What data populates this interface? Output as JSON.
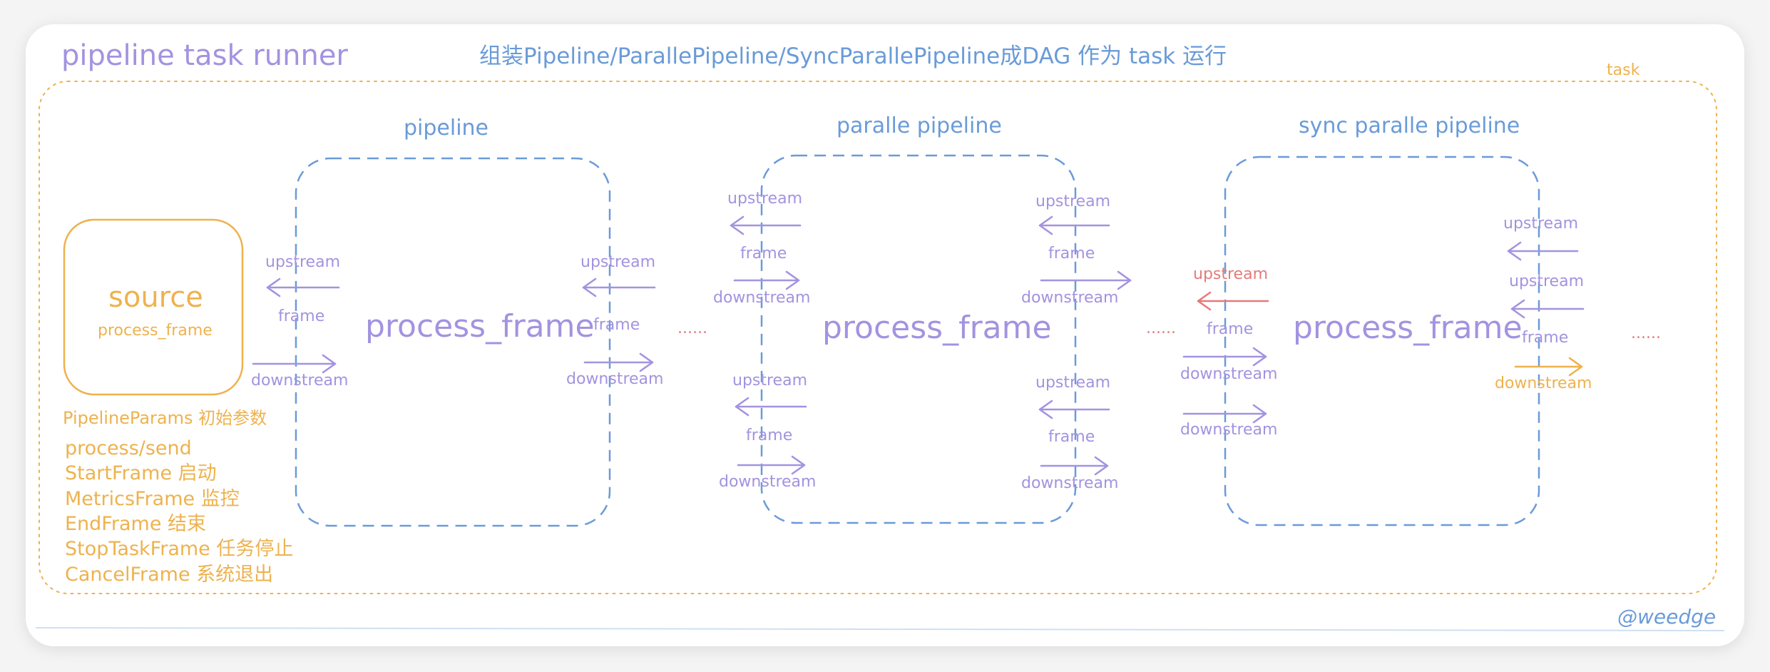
{
  "header": {
    "title": "pipeline task runner",
    "subtitle": "组装Pipeline/ParallePipeline/SyncParallePipeline成DAG 作为 task 运行",
    "task_label": "task",
    "credit": "@weedge"
  },
  "source": {
    "title": "source",
    "method": "process_frame",
    "params_label": "PipelineParams 初始参数",
    "frames": [
      "process/send",
      "StartFrame 启动",
      "MetricsFrame 监控",
      "EndFrame 结束",
      "StopTaskFrame 任务停止",
      "CancelFrame 系统退出"
    ]
  },
  "pipeline": {
    "title": "pipeline",
    "body": "process_frame"
  },
  "parallel": {
    "title": "paralle pipeline",
    "body": "process_frame"
  },
  "sync": {
    "title": "sync paralle pipeline",
    "body": "process_frame"
  },
  "flow": {
    "upstream": "upstream",
    "frame": "frame",
    "downstream": "downstream",
    "ellipsis": "......"
  },
  "colors": {
    "blue": "#6a9bd8",
    "purple": "#a393e0",
    "orange": "#eeb24e",
    "red": "#e47b7b"
  }
}
